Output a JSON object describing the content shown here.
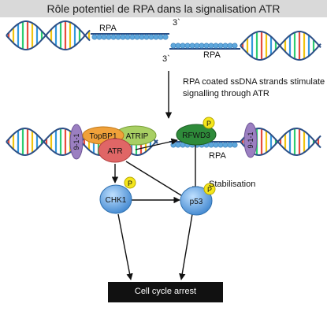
{
  "title": "Rôle potentiel de RPA dans la signalisation ATR",
  "labels": {
    "prime_top": "3`",
    "prime_mid": "3`",
    "rpa_left": "RPA",
    "rpa_right": "RPA",
    "rpa_lower": "RPA",
    "caption_line1": "RPA coated ssDNA strands stimulate",
    "caption_line2": "signalling through ATR",
    "stabilisation": "Stabilisation",
    "cell_cycle_arrest": "Cell cycle arrest"
  },
  "nodes": {
    "clamp_left": "9-1-1",
    "clamp_right": "9-1-1",
    "topbp1": "TopBP1",
    "atrip": "ATRIP",
    "atr": "ATR",
    "rfwd3": "RFWD3",
    "chk1": "CHK1",
    "p53": "p53"
  },
  "phospho_label": "P",
  "colors": {
    "title_bar": "#d9d9d9",
    "backbone": "#2b4f86",
    "rpa_bead": "#5ea7dc",
    "clamp": "#9b7fc1",
    "topbp1": "#f0a13a",
    "atrip": "#a8cf63",
    "atr": "#e06666",
    "rfwd3": "#2e8b3a",
    "kinase_node": "#6aa8e4",
    "phospho": "#f4e61c",
    "arrest_box": "#111111"
  }
}
